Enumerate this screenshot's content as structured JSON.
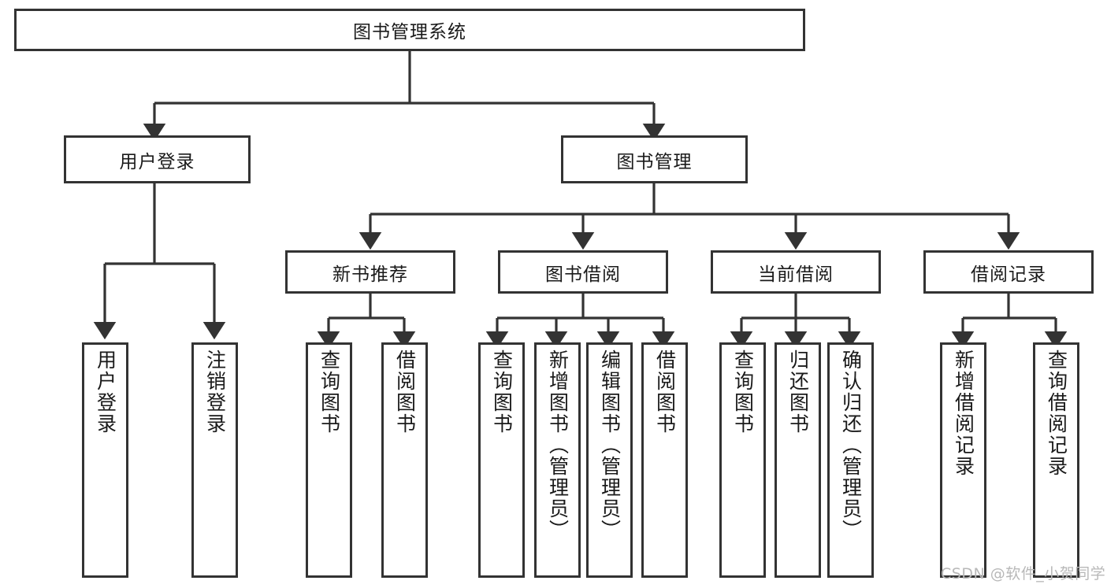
{
  "diagram": {
    "title": "图书管理系统",
    "type": "tree-hierarchy-chart",
    "line_color": "#333333",
    "box_fill": "#ffffff",
    "text_color": "#1a1a1a"
  },
  "root": {
    "label": "图书管理系统"
  },
  "level1": [
    {
      "label": "用户登录"
    },
    {
      "label": "图书管理"
    }
  ],
  "level2": [
    {
      "label": "新书推荐"
    },
    {
      "label": "图书借阅"
    },
    {
      "label": "当前借阅"
    },
    {
      "label": "借阅记录"
    }
  ],
  "leaves": {
    "user_login": [
      {
        "label": "用户登录"
      },
      {
        "label": "注销登录"
      }
    ],
    "new_book_recommend": [
      {
        "label": "查询图书"
      },
      {
        "label": "借阅图书"
      }
    ],
    "book_borrow": [
      {
        "label": "查询图书"
      },
      {
        "label": "新增图书（管理员）"
      },
      {
        "label": "编辑图书（管理员）"
      },
      {
        "label": "借阅图书"
      }
    ],
    "current_borrow": [
      {
        "label": "查询图书"
      },
      {
        "label": "归还图书"
      },
      {
        "label": "确认归还（管理员）"
      }
    ],
    "borrow_record": [
      {
        "label": "新增借阅记录"
      },
      {
        "label": "查询借阅记录"
      }
    ]
  },
  "watermark": {
    "text": "CSDN @软件_小贺同学"
  }
}
